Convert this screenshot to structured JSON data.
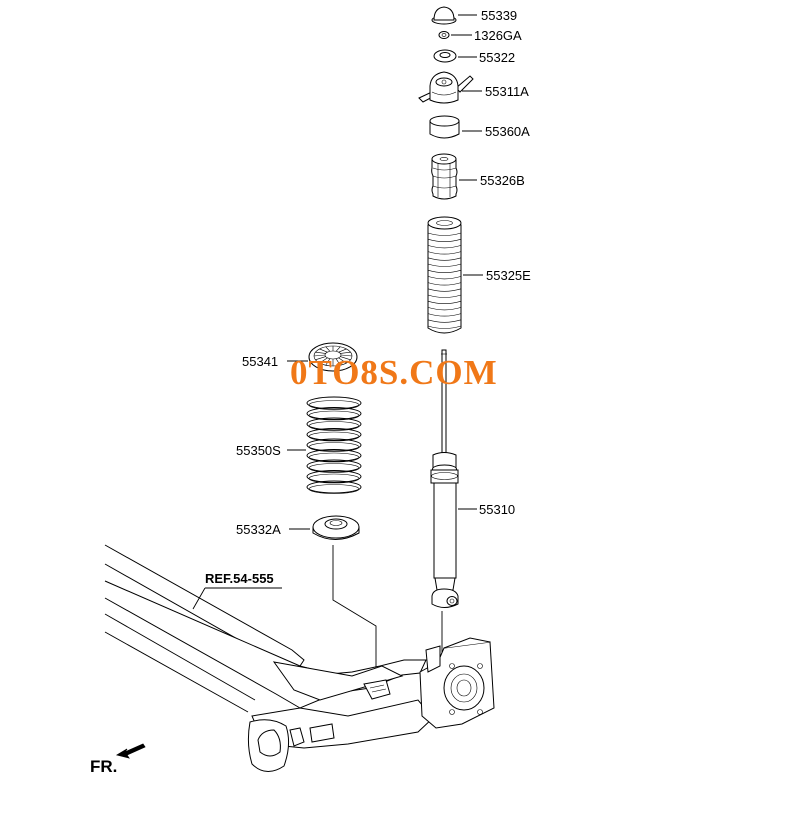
{
  "parts": {
    "p55339": "55339",
    "p1326GA": "1326GA",
    "p55322": "55322",
    "p55311A": "55311A",
    "p55360A": "55360A",
    "p55326B": "55326B",
    "p55325E": "55325E",
    "p55341": "55341",
    "p55350S": "55350S",
    "p55332A": "55332A",
    "p55310": "55310"
  },
  "reference": "REF.54-555",
  "direction": "FR.",
  "watermark": "0TO8S.COM",
  "colors": {
    "watermark": "#f07818",
    "line": "#000000"
  }
}
